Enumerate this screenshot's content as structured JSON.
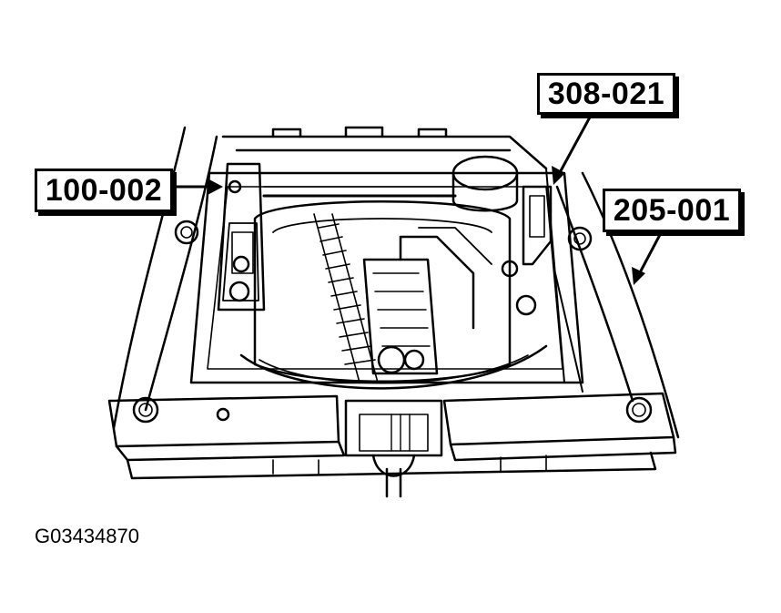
{
  "callouts": {
    "tool_left": "100-002",
    "tool_top_right": "308-021",
    "tool_right": "205-001"
  },
  "figure_id": "G03434870",
  "colors": {
    "line": "#000000",
    "background": "#ffffff"
  }
}
